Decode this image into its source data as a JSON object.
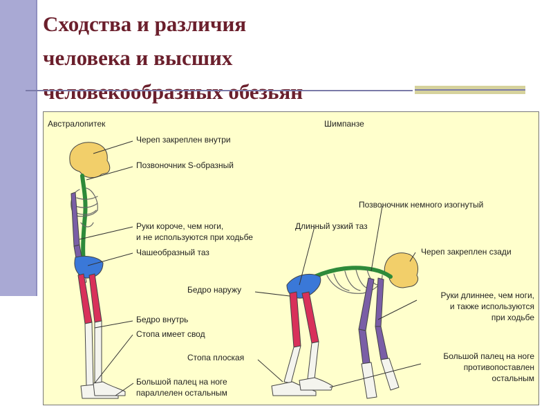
{
  "slide": {
    "title_lines": [
      "Сходства и различия",
      "человека и высших",
      "человекообразных обезьян"
    ]
  },
  "diagram": {
    "left_species": "Австралопитек",
    "right_species": "Шимпанзе",
    "left_labels": {
      "skull": "Череп закреплен внутри",
      "spine": "Позвоночник S-образный",
      "arms_1": "Руки короче, чем ноги,",
      "arms_2": "и не используются при ходьбе",
      "pelvis": "Чашеобразный таз",
      "hip": "Бедро внутрь",
      "foot": "Стопа имеет свод",
      "toe_1": "Большой палец на ноге",
      "toe_2": "параллелен остальным"
    },
    "right_labels": {
      "spine": "Позвоночник немного изогнутый",
      "pelvis": "Длинный узкий таз",
      "skull": "Череп закреплен сзади",
      "hip": "Бедро наружу",
      "arms_1": "Руки длиннее, чем ноги,",
      "arms_2": "и также используются",
      "arms_3": "при ходьбе",
      "foot": "Стопа плоская",
      "toe_1": "Большой палец на ноге",
      "toe_2": "противопоставлен",
      "toe_3": "остальным"
    },
    "colors": {
      "skull": "#f2cf6a",
      "spine": "#2e8a3a",
      "arm": "#7a5ea6",
      "pelvis": "#3a78d8",
      "femur": "#d8305a",
      "bone": "#f4f4ee",
      "panel": "#ffffcc",
      "title": "#6b1f2c"
    }
  }
}
